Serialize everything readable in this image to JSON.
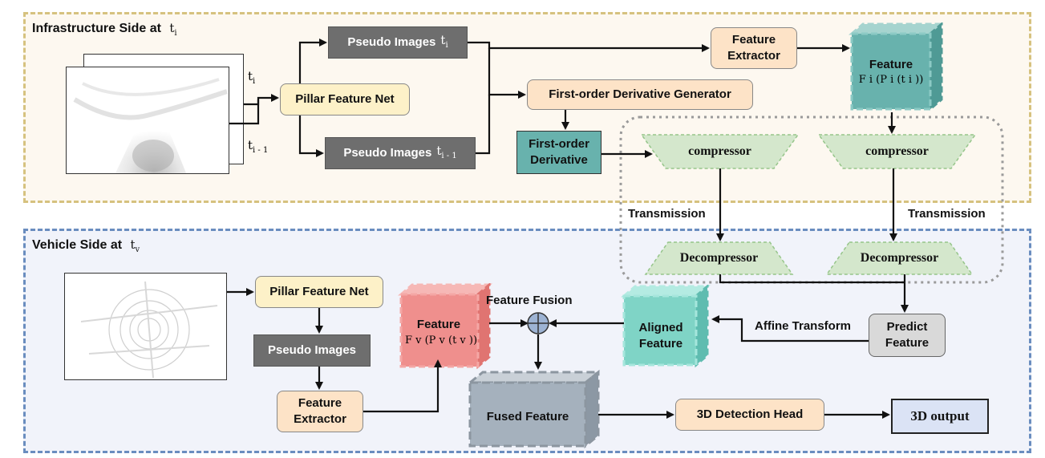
{
  "regions": {
    "infra_title": "Infrastructure Side at",
    "infra_time": "t",
    "infra_time_sub": "i",
    "vehicle_title": "Vehicle Side at",
    "vehicle_time": "t",
    "vehicle_time_sub": "v"
  },
  "infra": {
    "frame_t": "t",
    "frame_t_sub": "i",
    "frame_tm1": "t",
    "frame_tm1_sub": "i - 1",
    "pillar_net": "Pillar Feature Net",
    "pseudo_ti_label": "Pseudo Images",
    "pseudo_ti_sym": "t",
    "pseudo_ti_sub": "i",
    "pseudo_tim1_label": "Pseudo Images",
    "pseudo_tim1_sym": "t",
    "pseudo_tim1_sub": "i - 1",
    "feature_extractor_1": "Feature",
    "feature_extractor_2": "Extractor",
    "derivative_generator": "First-order Derivative Generator",
    "derivative_1": "First-order",
    "derivative_2": "Derivative",
    "feature_cube_label": "Feature",
    "feature_cube_formula": "F i (P i (t i ))"
  },
  "transmission": {
    "compressor_left": "compressor",
    "compressor_right": "compressor",
    "transmission_left": "Transmission",
    "transmission_right": "Transmission",
    "decompressor_left": "Decompressor",
    "decompressor_right": "Decompressor"
  },
  "vehicle": {
    "pillar_net": "Pillar Feature Net",
    "pseudo_images": "Pseudo Images",
    "feature_extractor_1": "Feature",
    "feature_extractor_2": "Extractor",
    "feature_cube_label": "Feature",
    "feature_cube_formula": "F v (P v (t v ))",
    "feature_fusion": "Feature Fusion",
    "aligned_1": "Aligned",
    "aligned_2": "Feature",
    "affine_transform": "Affine Transform",
    "predict_1": "Predict",
    "predict_2": "Feature",
    "fused_feature": "Fused Feature",
    "detection_head": "3D Detection Head",
    "output": "3D output"
  },
  "colors": {
    "infra_border": "#d6c27f",
    "vehicle_border": "#6a8dbf",
    "gray_box": "#6e6e6e",
    "teal": "#68b2ad",
    "compressor_fill": "#d4e7cc",
    "red_cube": "#ef8f8d",
    "aligned_cube": "#7fd4c6",
    "fused_cube": "#a5b1bd"
  }
}
